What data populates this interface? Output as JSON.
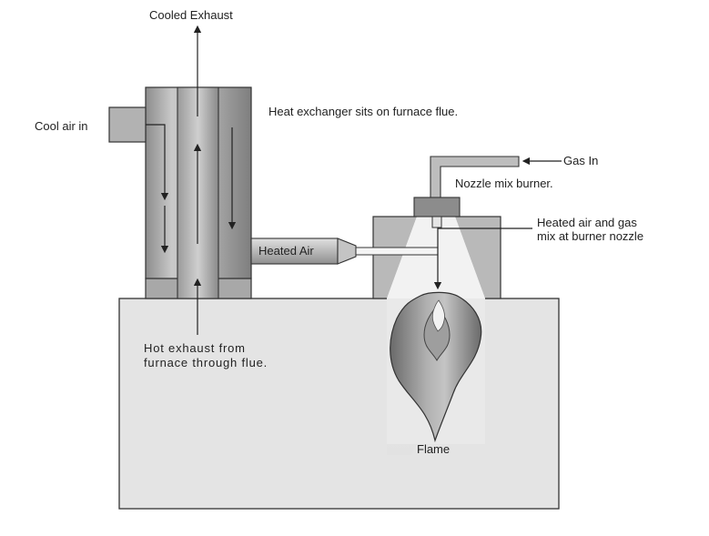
{
  "labels": {
    "cooled_exhaust": "Cooled Exhaust",
    "cool_air_in": "Cool air in",
    "heat_exchanger_note": "Heat exchanger sits on furnace flue.",
    "gas_in": "Gas In",
    "nozzle_mix_burner": "Nozzle mix burner.",
    "heated_air_gas_line1": "Heated air and gas",
    "heated_air_gas_line2": "mix at burner nozzle",
    "heated_air": "Heated Air",
    "hot_exhaust_line1": "Hot exhaust from",
    "hot_exhaust_line2": "furnace through flue.",
    "flame": "Flame"
  },
  "colors": {
    "furnace_fill": "#e4e4e4",
    "metal_light": "#d6d6d6",
    "metal_mid": "#a9a9a9",
    "metal_dark": "#6e6e6e",
    "outline": "#333333"
  }
}
